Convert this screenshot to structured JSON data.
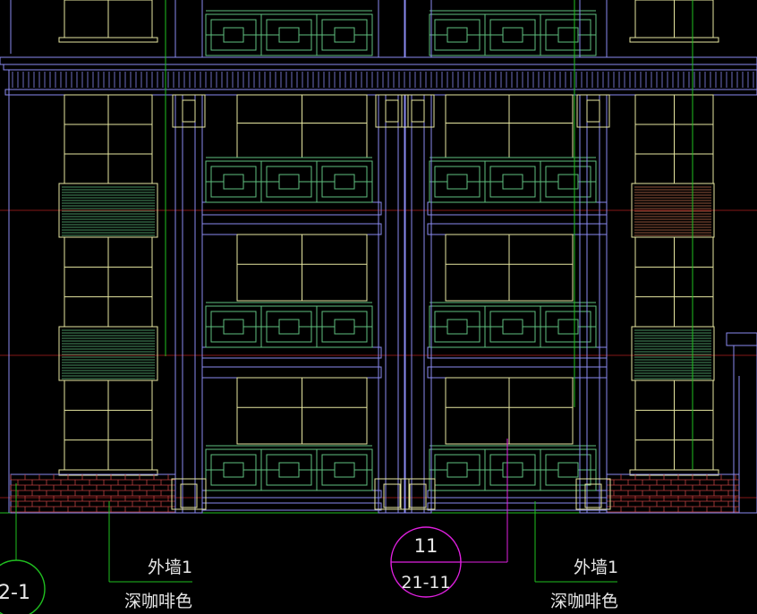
{
  "drawing": {
    "background": "#000000",
    "colors": {
      "structure": "#8A8AF0",
      "window": "#E6E6A0",
      "railing": "#5FBF7F",
      "green_line": "#20C020",
      "magenta": "#E020E0",
      "red_axis": "#B02020",
      "brick": "#C04040",
      "vent_highlight": "#C07050",
      "text": "#E8E8E8"
    },
    "annotations": {
      "left": {
        "line1": "外墙1",
        "line2": "深咖啡色"
      },
      "right": {
        "line1": "外墙1",
        "line2": "深咖啡色"
      }
    },
    "detail_marker": {
      "number": "11",
      "reference": "21-11"
    },
    "partial_marker": {
      "reference": "2-1"
    }
  }
}
